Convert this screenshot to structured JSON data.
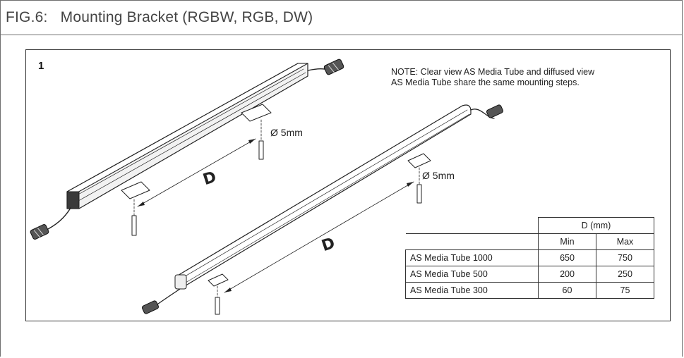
{
  "figure": {
    "title": "FIG.6:   Mounting Bracket (RGBW, RGB, DW)",
    "step_number": "1",
    "note_line1": "NOTE: Clear view AS Media Tube and diffused view",
    "note_line2": "AS Media Tube share the same mounting steps.",
    "screw_label_top": "Ø 5mm",
    "screw_label_bottom": "Ø 5mm",
    "distance_label_top": "D",
    "distance_label_bottom": "D"
  },
  "table": {
    "header_group": "D  (mm)",
    "col_min": "Min",
    "col_max": "Max",
    "rows": [
      {
        "name": "AS Media Tube 1000",
        "min": "650",
        "max": "750"
      },
      {
        "name": "AS Media Tube 500",
        "min": "200",
        "max": "250"
      },
      {
        "name": "AS Media Tube 300",
        "min": "60",
        "max": "75"
      }
    ]
  }
}
